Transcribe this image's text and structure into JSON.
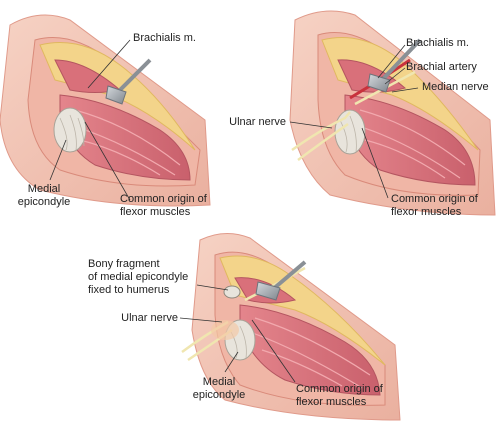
{
  "panels": [
    {
      "labels": {
        "brachialis": "Brachialis m.",
        "medial_epicondyle": [
          "Medial",
          "epicondyle"
        ],
        "common_origin": [
          "Common origin of",
          "flexor muscles"
        ]
      }
    },
    {
      "labels": {
        "brachialis": "Brachialis m.",
        "brachial_artery": "Brachial artery",
        "median_nerve": "Median nerve",
        "ulnar_nerve": "Ulnar nerve",
        "common_origin": [
          "Common origin of",
          "flexor muscles"
        ]
      }
    },
    {
      "labels": {
        "bony_fragment": [
          "Bony fragment",
          "of medial epicondyle",
          "fixed to humerus"
        ],
        "ulnar_nerve": "Ulnar nerve",
        "medial_epicondyle": [
          "Medial",
          "epicondyle"
        ],
        "common_origin": [
          "Common origin of",
          "flexor muscles"
        ]
      }
    }
  ],
  "colors": {
    "skin": "#f2c4b4",
    "skin_edge": "#e09a8a",
    "fat": "#f3d48a",
    "muscle": "#d9707a",
    "bone": "#e8e4dc",
    "nerve": "#f0e6b0",
    "artery": "#c8323c",
    "retractor": "#9aa0a6"
  }
}
